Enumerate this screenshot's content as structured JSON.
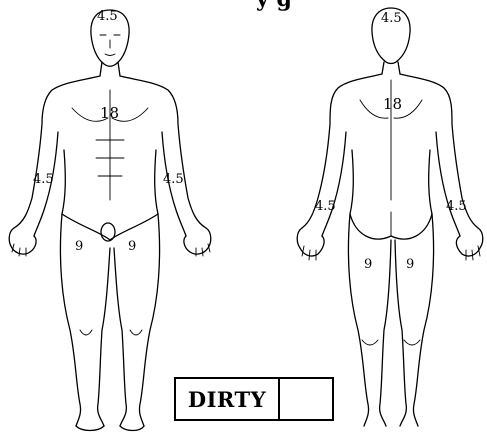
{
  "title_fragment": "y   g",
  "regions": {
    "front_head": "4.5",
    "front_trunk": "18",
    "front_left_arm": "4.5",
    "front_right_arm": "4.5",
    "front_left_leg": "9",
    "front_right_leg": "9",
    "back_head": "4.5",
    "back_trunk": "18",
    "back_left_arm": "4.5",
    "back_right_arm": "4.5",
    "back_left_leg": "9",
    "back_right_leg": "9"
  },
  "status_box": {
    "label": "DIRTY",
    "value": ""
  }
}
